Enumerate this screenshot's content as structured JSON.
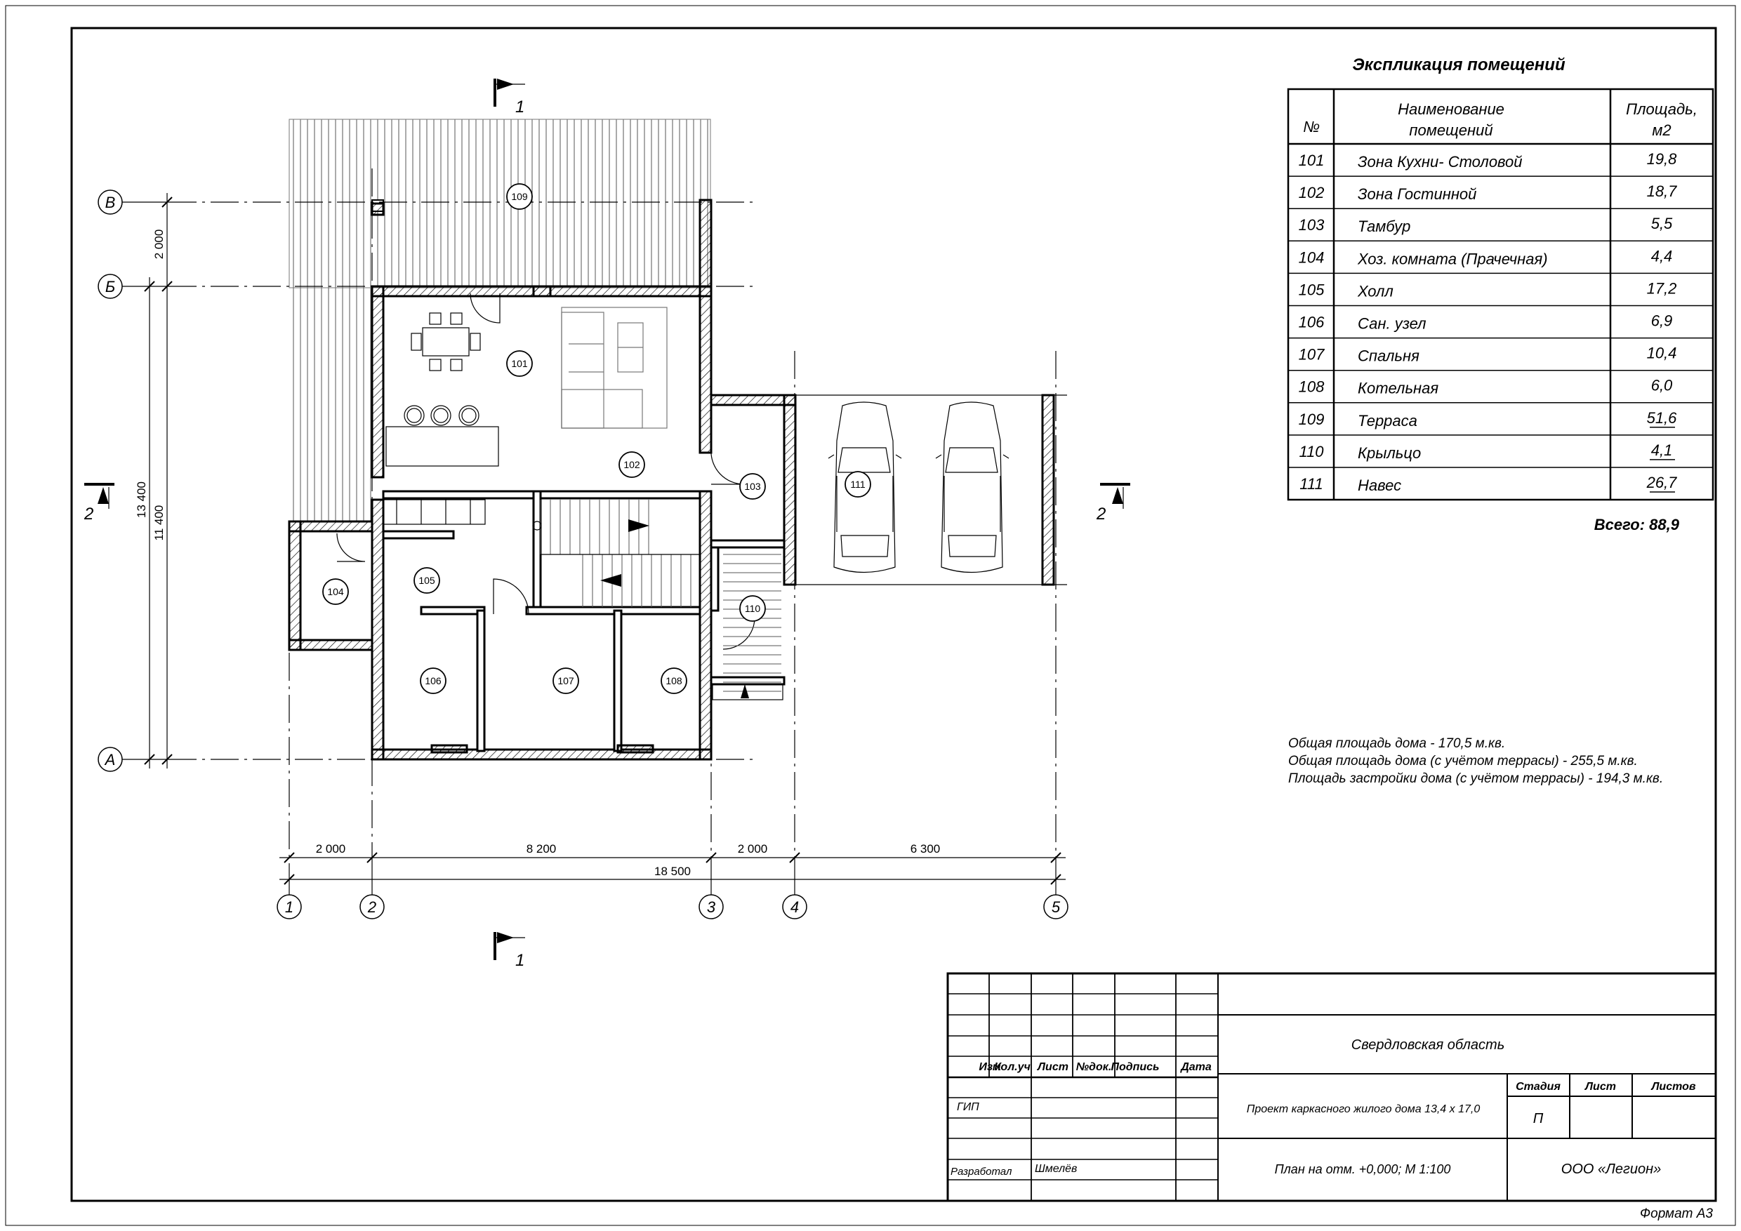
{
  "explication": {
    "title": "Экспликация помещений",
    "headers": {
      "num": "№",
      "name": "Наименование помещений",
      "area": "Площадь, м2"
    },
    "rows": [
      {
        "num": "101",
        "name": "Зона Кухни- Столовой",
        "area": "19,8"
      },
      {
        "num": "102",
        "name": "Зона Гостинной",
        "area": "18,7"
      },
      {
        "num": "103",
        "name": "Тамбур",
        "area": "5,5"
      },
      {
        "num": "104",
        "name": "Хоз. комната (Прачечная)",
        "area": "4,4"
      },
      {
        "num": "105",
        "name": "Холл",
        "area": "17,2"
      },
      {
        "num": "106",
        "name": "Сан. узел",
        "area": "6,9"
      },
      {
        "num": "107",
        "name": "Спальня",
        "area": "10,4"
      },
      {
        "num": "108",
        "name": "Котельная",
        "area": "6,0"
      },
      {
        "num": "109",
        "name": "Терраса",
        "area": "51,6"
      },
      {
        "num": "110",
        "name": "Крыльцо",
        "area": "4,1"
      },
      {
        "num": "111",
        "name": "Навес",
        "area": "26,7"
      }
    ],
    "total": "Всего: 88,9"
  },
  "area_notes": [
    "Общая площадь дома  - 170,5 м.кв.",
    "Общая площадь дома (с учётом террасы) - 255,5 м.кв.",
    "Площадь застройки дома (с учётом террасы)  - 194,3 м.кв."
  ],
  "plan": {
    "axes_letters": [
      "В",
      "Б",
      "А"
    ],
    "axes_numbers": [
      "1",
      "2",
      "3",
      "4",
      "5"
    ],
    "room_labels": [
      "101",
      "102",
      "103",
      "104",
      "105",
      "106",
      "107",
      "108",
      "109",
      "110",
      "111"
    ],
    "dims_bottom": [
      "2 000",
      "8 200",
      "2 000",
      "6 300"
    ],
    "dim_total": "18 500",
    "dims_left": [
      "2 000",
      "11 400",
      "13 400"
    ],
    "section_1": "1",
    "section_2": "2"
  },
  "stamp": {
    "headers": [
      "Изм",
      "Кол.уч",
      "Лист",
      "№док.",
      "Подпись",
      "Дата"
    ],
    "gip": "ГИП",
    "developed_label": "Разработал",
    "developer": "Шмелёв",
    "region": "Свердловская область",
    "project": "Проект каркасного жилого дома 13,4 х 17,0",
    "sheet_title": "План на отм. +0,000; М 1:100",
    "stage_header": "Стадия",
    "sheet_header": "Лист",
    "sheets_header": "Листов",
    "stage": "П",
    "company": "ООО «Легион»"
  },
  "format": "Формат А3"
}
